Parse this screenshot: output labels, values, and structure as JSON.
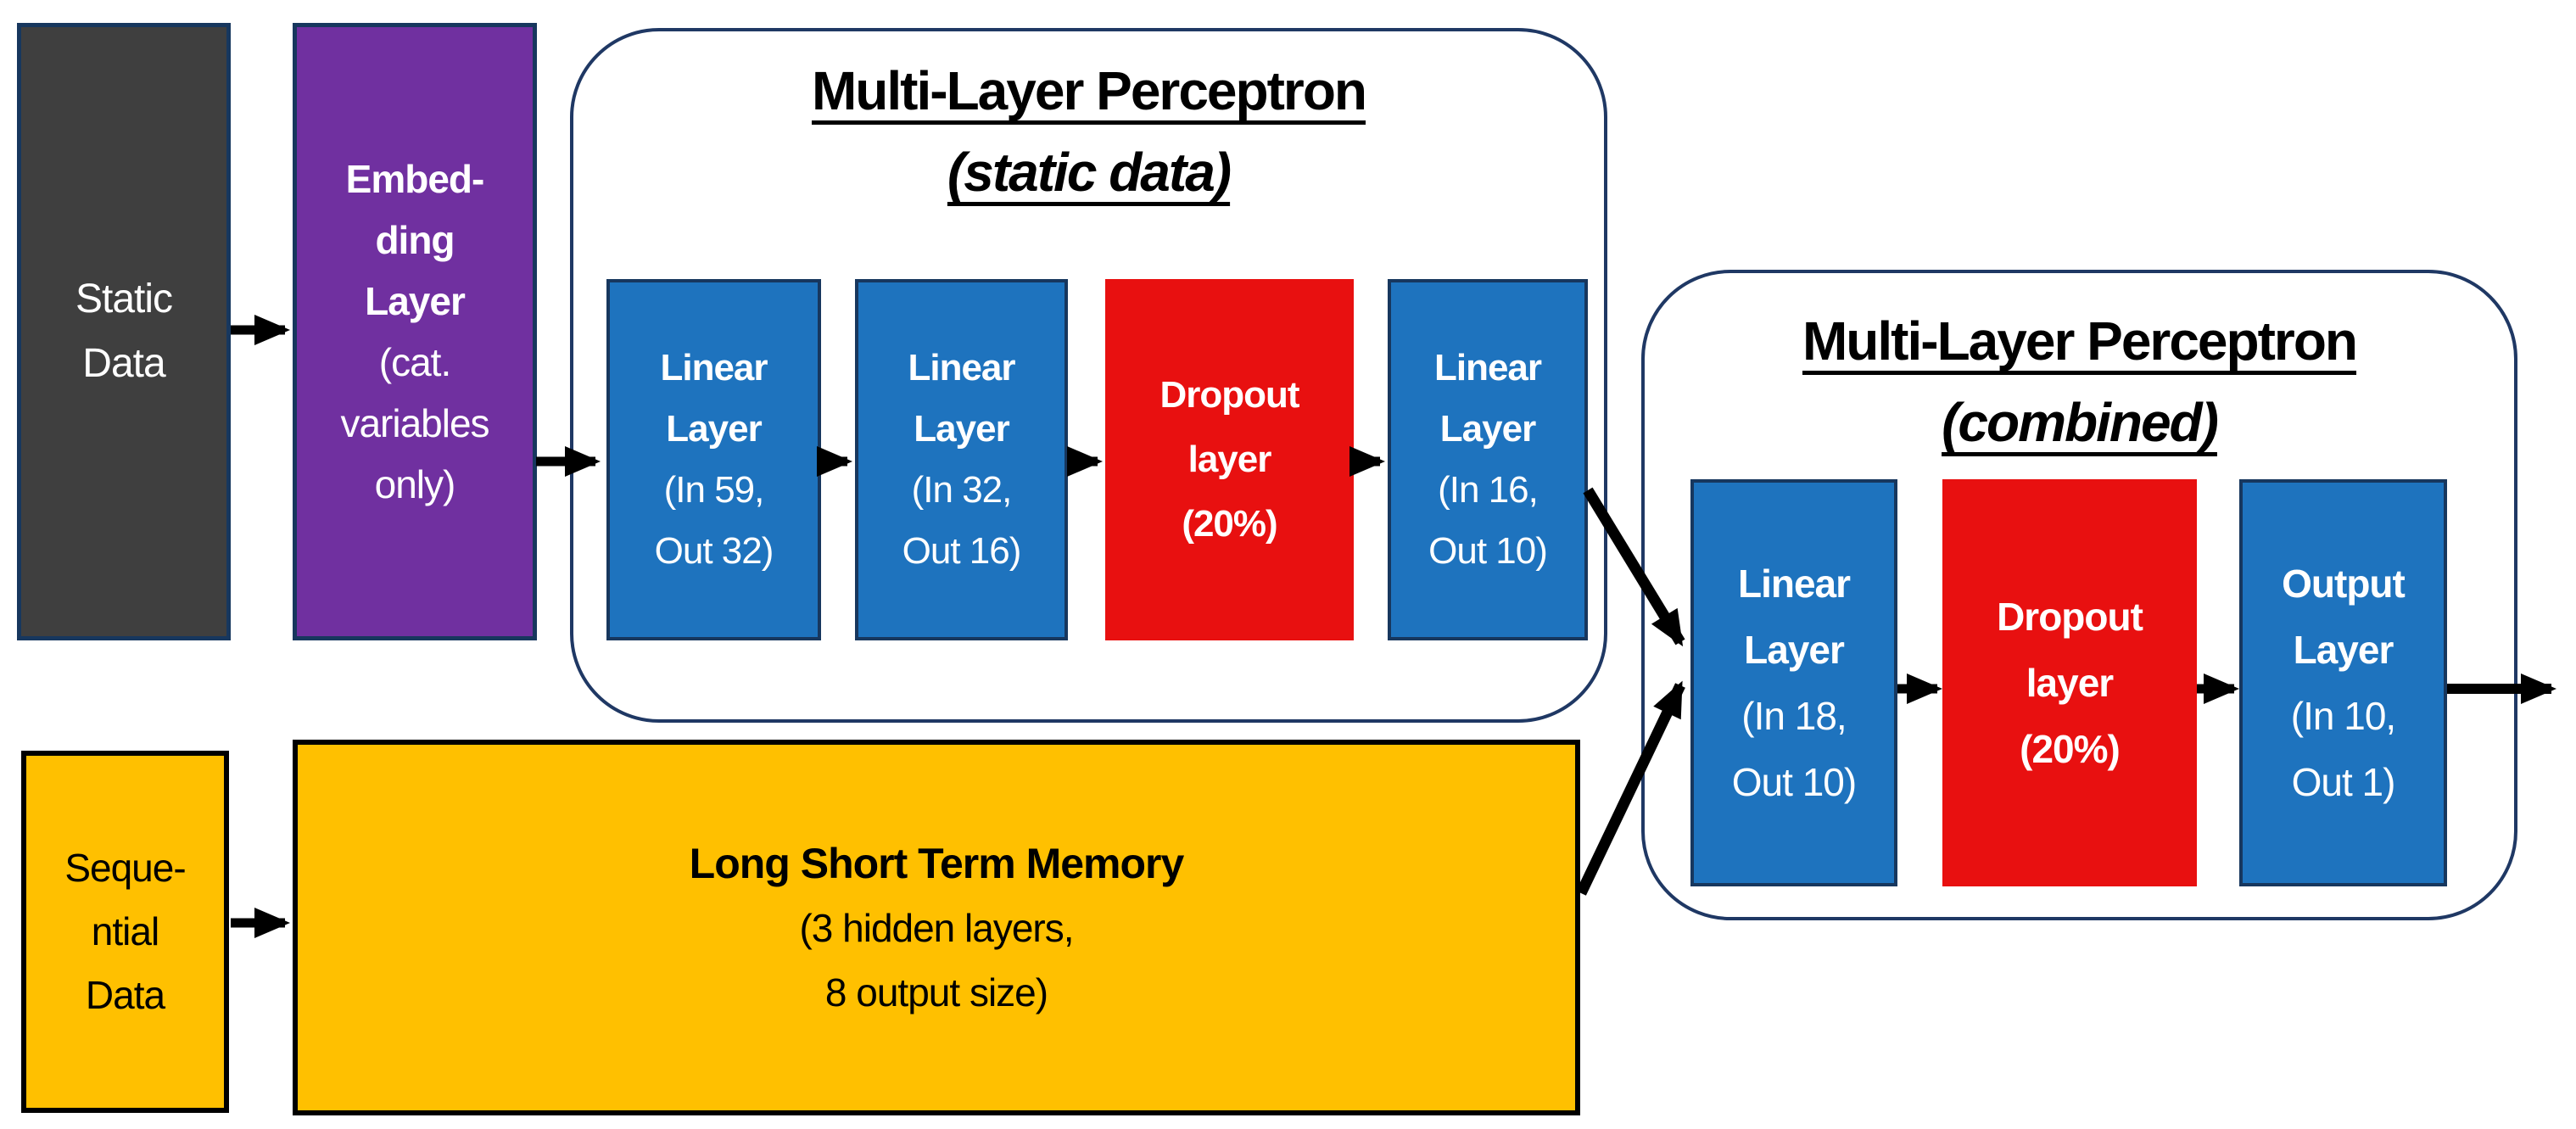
{
  "colors": {
    "box_blue": "#1e73be",
    "box_red": "#e81010",
    "box_purple": "#7030a0",
    "box_gray": "#3f3f3f",
    "box_gold": "#ffc000",
    "border_navy": "#17375e",
    "border_black": "#000000",
    "container_border": "#1f3864",
    "arrow": "#000000"
  },
  "static_input": {
    "lines": [
      "Static",
      "Data"
    ]
  },
  "sequential_input": {
    "lines": [
      "Seque-",
      "ntial",
      "Data"
    ]
  },
  "embedding": {
    "bold_lines": [
      "Embed-",
      "ding",
      "Layer"
    ],
    "plain_lines": [
      "(cat.",
      "variables",
      "only)"
    ]
  },
  "mlp_static": {
    "title": "Multi-Layer Perceptron",
    "subtitle": "(static data)",
    "linear1": {
      "bold_lines": [
        "Linear",
        "Layer"
      ],
      "plain_lines": [
        "(In 59,",
        "Out 32)"
      ]
    },
    "linear2": {
      "bold_lines": [
        "Linear",
        "Layer"
      ],
      "plain_lines": [
        "(In 32,",
        "Out 16)"
      ]
    },
    "dropout": {
      "bold_lines": [
        "Dropout",
        "layer",
        "(20%)"
      ]
    },
    "linear3": {
      "bold_lines": [
        "Linear",
        "Layer"
      ],
      "plain_lines": [
        "(In 16,",
        "Out 10)"
      ]
    }
  },
  "lstm": {
    "title": "Long Short Term Memory",
    "plain_lines": [
      "(3 hidden layers,",
      "8 output size)"
    ]
  },
  "mlp_combined": {
    "title": "Multi-Layer Perceptron",
    "subtitle": "(combined)",
    "linear": {
      "bold_lines": [
        "Linear",
        "Layer"
      ],
      "plain_lines": [
        "(In 18,",
        "Out 10)"
      ]
    },
    "dropout": {
      "bold_lines": [
        "Dropout",
        "layer",
        "(20%)"
      ]
    },
    "output": {
      "bold_lines": [
        "Output",
        "Layer"
      ],
      "plain_lines": [
        "(In 10,",
        "Out 1)"
      ]
    }
  }
}
